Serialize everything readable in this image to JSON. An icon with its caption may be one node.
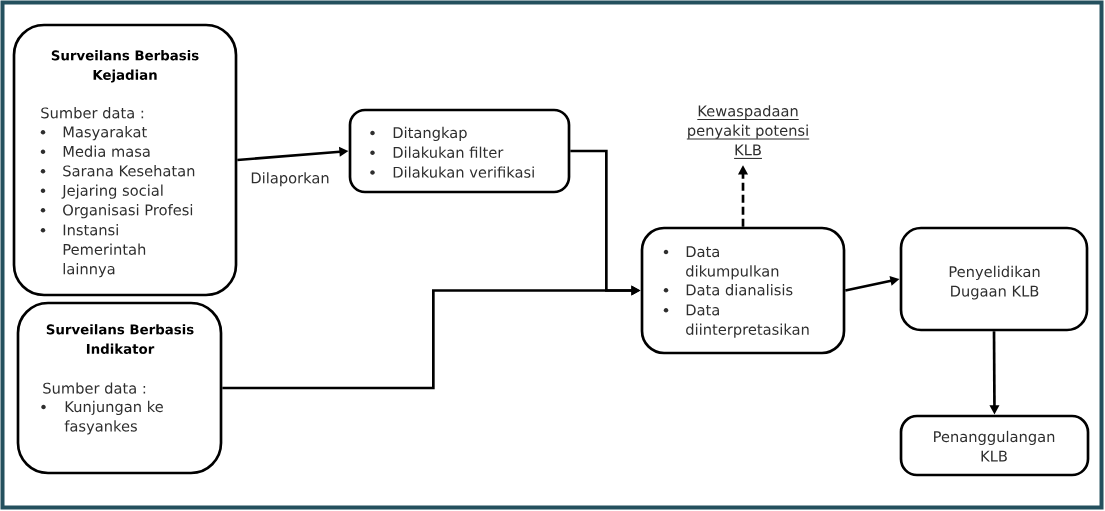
{
  "diagram": {
    "nodes": [
      {
        "text": [
          "Surveilans Berbasis Kejadian",
          "Sumber data :",
          "Masyarakat",
          "Media masa",
          "Sarana Kesehatan",
          "Jejaring social",
          "Organisasi Profesi",
          "Instansi Pemerintah lainnya"
        ]
      },
      {
        "text": [
          "Surveilans Berbasis Indikator",
          "Sumber data :",
          "Kunjungan ke fasyankes"
        ]
      },
      {
        "text": [
          "Ditangkap",
          "Dilakukan filter",
          "Dilakukan verifikasi"
        ]
      },
      {
        "text": [
          "Kewaspadaan penyakit potensi KLB"
        ]
      },
      {
        "text": [
          "Data dikumpulkan",
          "Data dianalisis",
          "Data diinterpretasikan"
        ]
      },
      {
        "text": [
          "Penyelidikan Dugaan KLB"
        ]
      },
      {
        "text": [
          "Penanggulangan KLB"
        ]
      }
    ],
    "edges": [
      {
        "from": 0,
        "to": 2,
        "arrow": "to",
        "label": "Dilaporkan"
      },
      {
        "from": 2,
        "to": 4,
        "arrow": "to"
      },
      {
        "from": 1,
        "to": 4,
        "arrow": "to"
      },
      {
        "from": 4,
        "to": 3,
        "arrow": "to",
        "style": "dashed"
      },
      {
        "from": 4,
        "to": 5,
        "arrow": "to"
      },
      {
        "from": 5,
        "to": 6,
        "arrow": "to"
      }
    ]
  }
}
